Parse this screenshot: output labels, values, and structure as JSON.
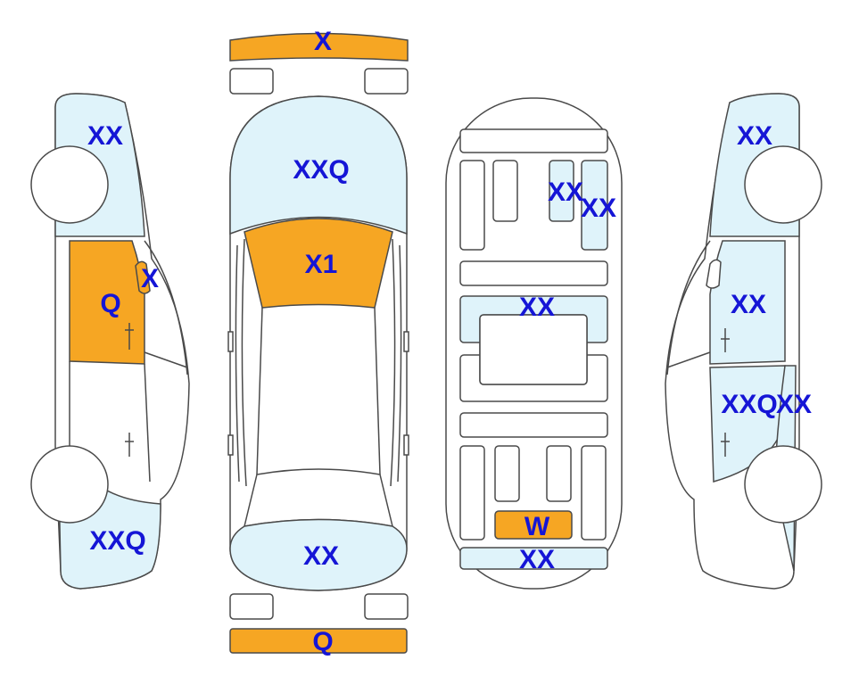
{
  "colors": {
    "light_blue": "#dff3fa",
    "orange": "#f6a623",
    "label": "#1515d6",
    "outline": "#4a4a4a"
  },
  "labels": {
    "front_bumper": "X",
    "hood": "XXQ",
    "windshield": "X1",
    "trunk_lid": "XX",
    "rear_bumper": "Q",
    "left_front_fender": "XX",
    "left_front_door": "Q",
    "left_mirror": "X",
    "left_rear_quarter": "XXQ",
    "floor_front_right_1": "XX",
    "floor_front_right_2": "XX",
    "floor_middle": "XX",
    "floor_rear_small": "W",
    "floor_rear_panel": "XX",
    "right_front_fender": "XX",
    "right_front_door": "XX",
    "right_rear_door_a": "XXQ",
    "right_rear_door_b": "XX"
  }
}
